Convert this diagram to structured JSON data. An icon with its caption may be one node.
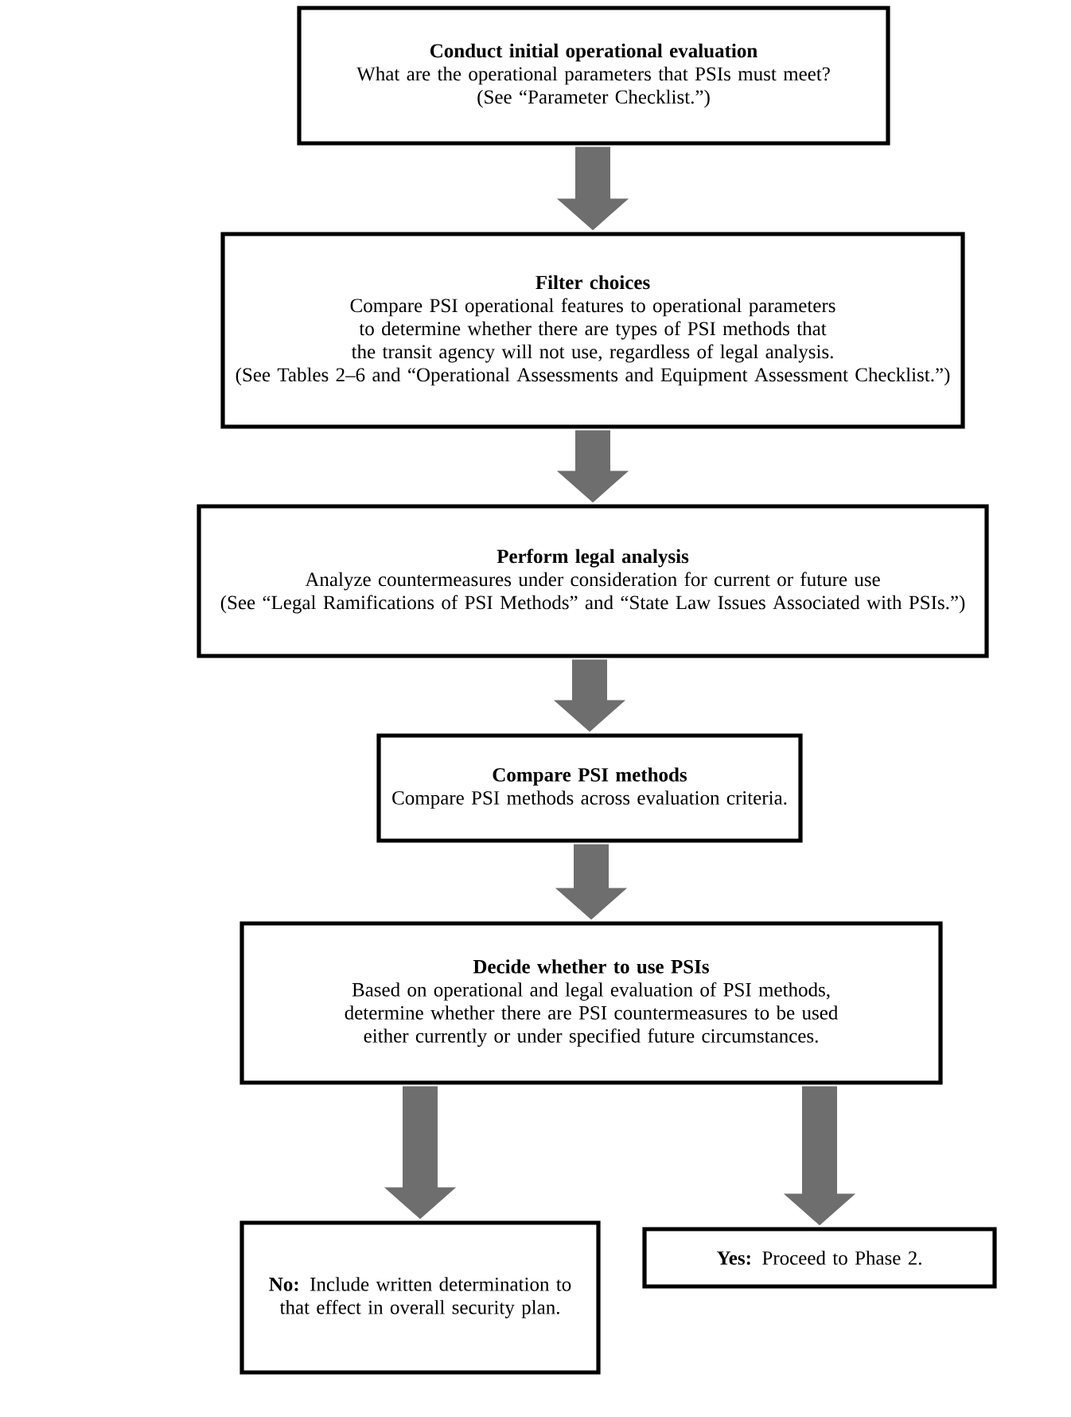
{
  "diagram": {
    "nodes": [
      {
        "text": [
          "Conduct initial operational evaluation",
          "What are the operational parameters that PSIs must meet?",
          "(See “Parameter Checklist.”)"
        ]
      },
      {
        "text": [
          "Filter choices",
          "Compare PSI operational features to operational parameters to determine whether there are types of PSI methods that the transit agency will not use, regardless of legal analysis.",
          "(See Tables 2–6 and “Operational Assessments and Equipment Assessment Checklist.”)"
        ]
      },
      {
        "text": [
          "Perform legal analysis",
          "Analyze countermeasures under consideration for current or future use",
          "(See “Legal Ramifications of PSI Methods” and “State Law Issues Associated with PSIs.”)"
        ]
      },
      {
        "text": [
          "Compare PSI methods",
          "Compare PSI methods across evaluation criteria."
        ]
      },
      {
        "text": [
          "Decide whether to use PSIs",
          "Based on operational and legal evaluation of PSI methods, determine whether there are PSI countermeasures to be used either currently or under specified future circumstances."
        ]
      },
      {
        "text": [
          "**No:** Include written determination to that effect in overall security plan."
        ]
      },
      {
        "text": [
          "**Yes:** Proceed to Phase 2."
        ]
      }
    ],
    "edges": [
      {
        "from": 0,
        "to": 1,
        "arrow": "to"
      },
      {
        "from": 1,
        "to": 2,
        "arrow": "to"
      },
      {
        "from": 2,
        "to": 3,
        "arrow": "to"
      },
      {
        "from": 3,
        "to": 4,
        "arrow": "to"
      },
      {
        "from": 4,
        "to": 5,
        "arrow": "to"
      },
      {
        "from": 4,
        "to": 6,
        "arrow": "to"
      }
    ]
  }
}
